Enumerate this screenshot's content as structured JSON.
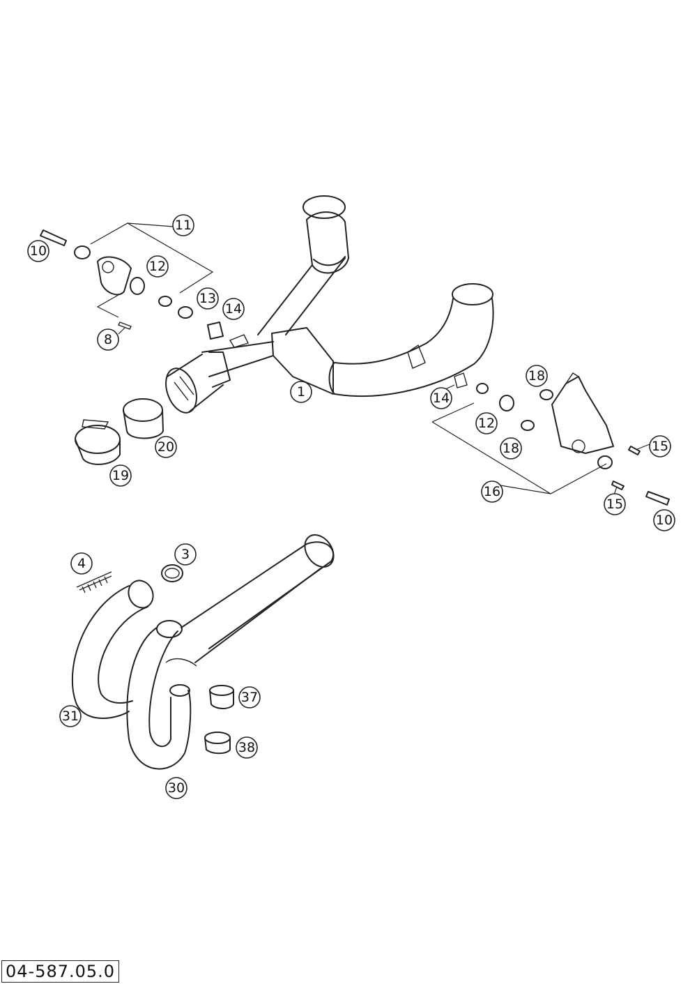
{
  "diagram": {
    "drawing_number": "04-587.05.0",
    "callouts": [
      {
        "id": "1",
        "label": "1"
      },
      {
        "id": "3",
        "label": "3"
      },
      {
        "id": "4",
        "label": "4"
      },
      {
        "id": "8",
        "label": "8"
      },
      {
        "id": "10a",
        "label": "10"
      },
      {
        "id": "10b",
        "label": "10"
      },
      {
        "id": "11",
        "label": "11"
      },
      {
        "id": "12a",
        "label": "12"
      },
      {
        "id": "12b",
        "label": "12"
      },
      {
        "id": "13",
        "label": "13"
      },
      {
        "id": "14a",
        "label": "14"
      },
      {
        "id": "14b",
        "label": "14"
      },
      {
        "id": "15a",
        "label": "15"
      },
      {
        "id": "15b",
        "label": "15"
      },
      {
        "id": "16",
        "label": "16"
      },
      {
        "id": "18a",
        "label": "18"
      },
      {
        "id": "18b",
        "label": "18"
      },
      {
        "id": "19",
        "label": "19"
      },
      {
        "id": "20",
        "label": "20"
      },
      {
        "id": "30",
        "label": "30"
      },
      {
        "id": "31",
        "label": "31"
      },
      {
        "id": "37",
        "label": "37"
      },
      {
        "id": "38",
        "label": "38"
      }
    ]
  }
}
